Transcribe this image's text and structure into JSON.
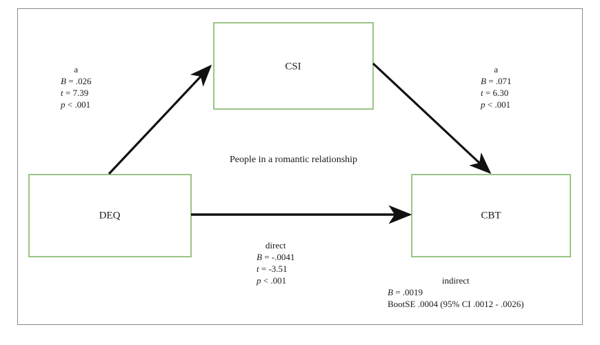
{
  "figure": {
    "caption": "People in a romantic relationship",
    "border_color": "#8a8a90",
    "box_border_color": "#9ac486",
    "arrow_color": "#111111",
    "background": "#ffffff"
  },
  "nodes": [
    {
      "id": "csi",
      "label": "CSI"
    },
    {
      "id": "deq",
      "label": "DEQ"
    },
    {
      "id": "cbt",
      "label": "CBT"
    }
  ],
  "paths": {
    "a_path": {
      "head": "a",
      "b_label": "B",
      "b_value": "= .026",
      "t_label": "t",
      "t_value": "= 7.39",
      "p_label": "p",
      "p_value": "< .001"
    },
    "b_path": {
      "head": "a",
      "b_label": "B",
      "b_value": "= .071",
      "t_label": "t",
      "t_value": "= 6.30",
      "p_label": "p",
      "p_value": "< .001"
    },
    "direct": {
      "head": "direct",
      "b_label": "B",
      "b_value": "= -.0041",
      "t_label": "t",
      "t_value": "= -3.51",
      "p_label": "p",
      "p_value": "< .001"
    },
    "indirect": {
      "head": "indirect",
      "b_label": "B",
      "b_value": "= .0019",
      "boot": "BootSE .0004 (95% CI .0012 - .0026)"
    }
  }
}
